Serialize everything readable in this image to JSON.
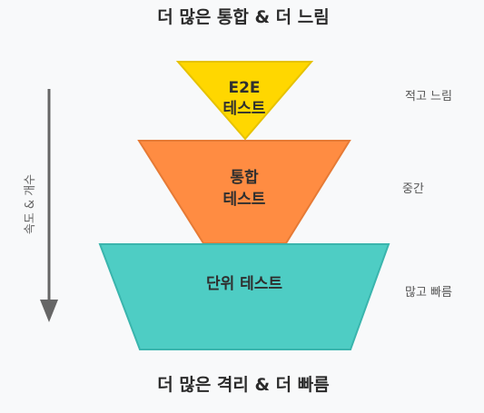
{
  "title_top": "더 많은 통합 & 더 느림",
  "title_bottom": "더 많은 격리 & 더 빠름",
  "axis": {
    "label": "속도 & 개수",
    "color": "#666666"
  },
  "layers": [
    {
      "line1": "E2E",
      "line2": "테스트",
      "side_label": "적고 느림",
      "fill": "#FFD700",
      "stroke": "#E6C200"
    },
    {
      "line1": "통합",
      "line2": "테스트",
      "side_label": "중간",
      "fill": "#FF8C42",
      "stroke": "#E67A35"
    },
    {
      "line1": "단위 테스트",
      "side_label": "많고 빠름",
      "fill": "#4ECDC4",
      "stroke": "#3AB5AD"
    }
  ]
}
